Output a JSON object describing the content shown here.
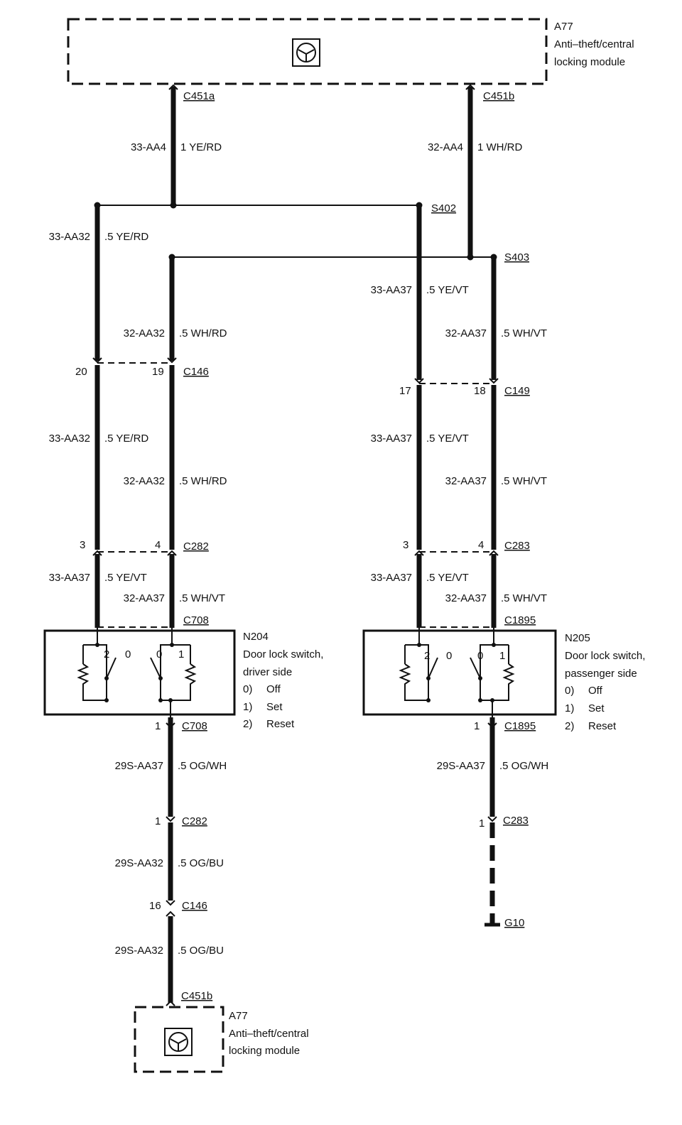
{
  "module_top": {
    "code": "A77",
    "name_line1": "Anti–theft/central",
    "name_line2": "locking module",
    "icon": "steering-wheel-icon"
  },
  "module_bottom": {
    "code": "A77",
    "name_line1": "Anti–theft/central",
    "name_line2": "locking module",
    "icon": "steering-wheel-icon"
  },
  "connectors": {
    "c451a": "C451a",
    "c451b_top": "C451b",
    "c451b_bottom": "C451b",
    "s402": "S402",
    "s403": "S403",
    "c146_top": "C146",
    "c149": "C149",
    "c282_top": "C282",
    "c283_top": "C283",
    "c708_top": "C708",
    "c1895_top": "C1895",
    "c708_bottom": "C708",
    "c1895_bottom": "C1895",
    "c282_bottom": "C282",
    "c283_bottom": "C283",
    "c146_bottom": "C146",
    "ground": "G10"
  },
  "pins": {
    "p20": "20",
    "p19": "19",
    "p17": "17",
    "p18": "18",
    "p3_left": "3",
    "p4_left": "4",
    "p3_right": "3",
    "p4_right": "4",
    "p1_c708": "1",
    "p1_c1895": "1",
    "p1_c282": "1",
    "p1_c283": "1",
    "p16_c146": "16"
  },
  "wires": {
    "w1": {
      "id": "33-AA4",
      "spec": "1 YE/RD"
    },
    "w2": {
      "id": "32-AA4",
      "spec": "1 WH/RD"
    },
    "w3": {
      "id": "33-AA32",
      "spec": ".5 YE/RD"
    },
    "w4": {
      "id": "32-AA32",
      "spec": ".5 WH/RD"
    },
    "w5": {
      "id": "33-AA37",
      "spec": ".5 YE/VT"
    },
    "w6": {
      "id": "32-AA37",
      "spec": ".5 WH/VT"
    },
    "w7": {
      "id": "33-AA32",
      "spec": ".5 YE/RD"
    },
    "w8": {
      "id": "32-AA32",
      "spec": ".5 WH/RD"
    },
    "w9": {
      "id": "33-AA37",
      "spec": ".5 YE/VT"
    },
    "w10": {
      "id": "32-AA37",
      "spec": ".5 WH/VT"
    },
    "w11": {
      "id": "33-AA37",
      "spec": ".5 YE/VT"
    },
    "w12": {
      "id": "32-AA37",
      "spec": ".5 WH/VT"
    },
    "w13": {
      "id": "33-AA37",
      "spec": ".5 YE/VT"
    },
    "w14": {
      "id": "32-AA37",
      "spec": ".5 WH/VT"
    },
    "w15": {
      "id": "29S-AA37",
      "spec": ".5 OG/WH"
    },
    "w16": {
      "id": "29S-AA37",
      "spec": ".5 OG/WH"
    },
    "w17": {
      "id": "29S-AA32",
      "spec": ".5 OG/BU"
    },
    "w18": {
      "id": "29S-AA32",
      "spec": ".5 OG/BU"
    }
  },
  "switch_driver": {
    "code": "N204",
    "name_line1": "Door lock switch,",
    "name_line2": "driver side",
    "pos0_key": "0)",
    "pos0_label": "Off",
    "pos1_key": "1)",
    "pos1_label": "Set",
    "pos2_key": "2)",
    "pos2_label": "Reset",
    "mark_2": "2",
    "mark_0a": "0",
    "mark_0b": "0",
    "mark_1": "1"
  },
  "switch_passenger": {
    "code": "N205",
    "name_line1": "Door lock switch,",
    "name_line2": "passenger side",
    "pos0_key": "0)",
    "pos0_label": "Off",
    "pos1_key": "1)",
    "pos1_label": "Set",
    "pos2_key": "2)",
    "pos2_label": "Reset",
    "mark_2": "2",
    "mark_0a": "0",
    "mark_0b": "0",
    "mark_1": "1"
  }
}
